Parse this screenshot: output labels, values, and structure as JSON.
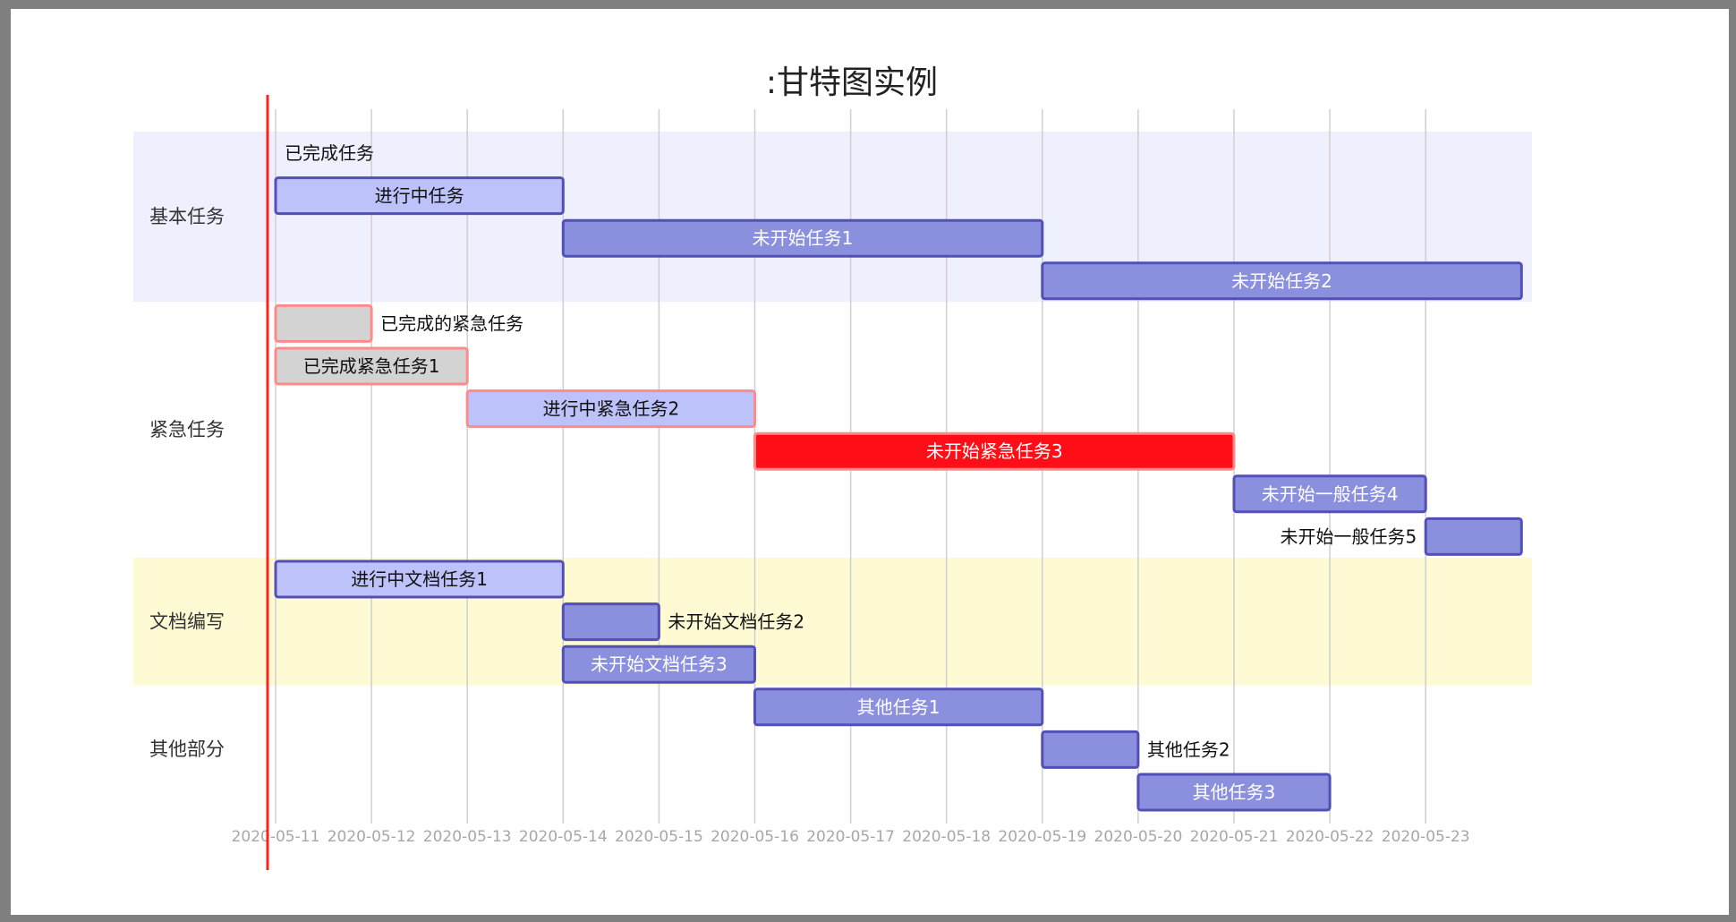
{
  "chart_data": {
    "type": "gantt",
    "title": ":甘特图实例",
    "x_axis": {
      "type": "date",
      "range": [
        "2020-05-11",
        "2020-05-24"
      ],
      "ticks": [
        "2020-05-11",
        "2020-05-12",
        "2020-05-13",
        "2020-05-14",
        "2020-05-15",
        "2020-05-16",
        "2020-05-17",
        "2020-05-18",
        "2020-05-19",
        "2020-05-20",
        "2020-05-21",
        "2020-05-22",
        "2020-05-23"
      ]
    },
    "today_marker": "2020-05-11",
    "grid": true,
    "colors": {
      "today_line": "#ff1f1f",
      "section_band_1": "#eef0fd",
      "section_band_2": "#ffffff",
      "section_band_3": "#fefbd4",
      "section_band_4": "#ffffff",
      "done_fill": "#d3d3d3",
      "active_fill": "#bdc2fb",
      "future_fill": "#8a90dd",
      "task_border": "#5250b6",
      "crit_border": "#ff8a8a",
      "crit_future_fill": "#ff0e18",
      "gridline": "#cfcfcf"
    },
    "sections": [
      {
        "name": "基本任务",
        "band": "section_band_1",
        "tasks": [
          {
            "label": "已完成任务",
            "start": "2020-05-11",
            "end": "2020-05-11",
            "status": "done",
            "crit": false
          },
          {
            "label": "进行中任务",
            "start": "2020-05-11",
            "end": "2020-05-14",
            "status": "active",
            "crit": false
          },
          {
            "label": "未开始任务1",
            "start": "2020-05-14",
            "end": "2020-05-19",
            "status": "future",
            "crit": false
          },
          {
            "label": "未开始任务2",
            "start": "2020-05-19",
            "end": "2020-05-24",
            "status": "future",
            "crit": false
          }
        ]
      },
      {
        "name": "紧急任务",
        "band": "section_band_2",
        "tasks": [
          {
            "label": "已完成的紧急任务",
            "start": "2020-05-11",
            "end": "2020-05-12",
            "status": "done",
            "crit": true
          },
          {
            "label": "已完成紧急任务1",
            "start": "2020-05-11",
            "end": "2020-05-13",
            "status": "done",
            "crit": true
          },
          {
            "label": "进行中紧急任务2",
            "start": "2020-05-13",
            "end": "2020-05-16",
            "status": "active",
            "crit": true
          },
          {
            "label": "未开始紧急任务3",
            "start": "2020-05-16",
            "end": "2020-05-21",
            "status": "future",
            "crit": true
          },
          {
            "label": "未开始一般任务4",
            "start": "2020-05-21",
            "end": "2020-05-23",
            "status": "future",
            "crit": false
          },
          {
            "label": "未开始一般任务5",
            "start": "2020-05-23",
            "end": "2020-05-24",
            "status": "future",
            "crit": false
          }
        ]
      },
      {
        "name": "文档编写",
        "band": "section_band_3",
        "tasks": [
          {
            "label": "进行中文档任务1",
            "start": "2020-05-11",
            "end": "2020-05-14",
            "status": "active",
            "crit": false
          },
          {
            "label": "未开始文档任务2",
            "start": "2020-05-14",
            "end": "2020-05-15",
            "status": "future",
            "crit": false
          },
          {
            "label": "未开始文档任务3",
            "start": "2020-05-14",
            "end": "2020-05-16",
            "status": "future",
            "crit": false
          }
        ]
      },
      {
        "name": "其他部分",
        "band": "section_band_4",
        "tasks": [
          {
            "label": "其他任务1",
            "start": "2020-05-16",
            "end": "2020-05-19",
            "status": "future",
            "crit": false
          },
          {
            "label": "其他任务2",
            "start": "2020-05-19",
            "end": "2020-05-20",
            "status": "future",
            "crit": false
          },
          {
            "label": "其他任务3",
            "start": "2020-05-20",
            "end": "2020-05-22",
            "status": "future",
            "crit": false
          }
        ]
      }
    ]
  }
}
